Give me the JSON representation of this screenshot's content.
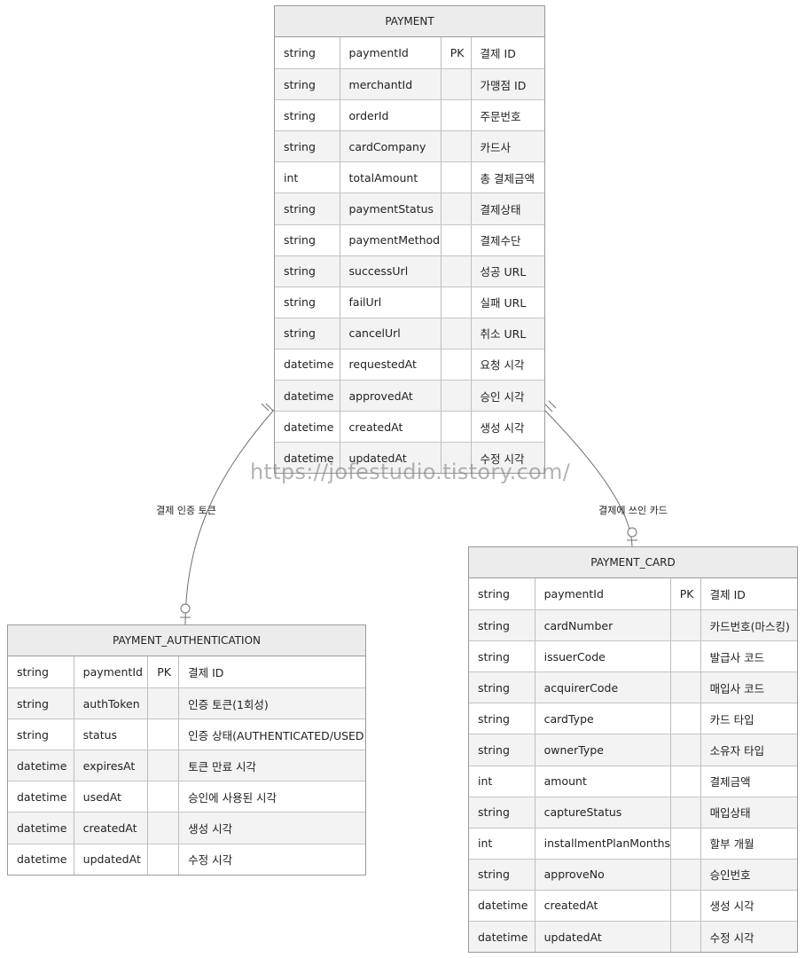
{
  "diagram": {
    "type": "er-diagram",
    "watermark": "https://jofestudio.tistory.com/",
    "colors": {
      "header_bg": "#ececec",
      "alt_row_bg": "#f3f3f3",
      "border": "#9a9a9a",
      "line": "#707070"
    },
    "entities": [
      {
        "id": "payment",
        "name": "PAYMENT",
        "attributes": [
          {
            "type": "string",
            "name": "paymentId",
            "key": "PK",
            "comment": "결제 ID"
          },
          {
            "type": "string",
            "name": "merchantId",
            "key": "",
            "comment": "가맹점 ID"
          },
          {
            "type": "string",
            "name": "orderId",
            "key": "",
            "comment": "주문번호"
          },
          {
            "type": "string",
            "name": "cardCompany",
            "key": "",
            "comment": "카드사"
          },
          {
            "type": "int",
            "name": "totalAmount",
            "key": "",
            "comment": "총 결제금액"
          },
          {
            "type": "string",
            "name": "paymentStatus",
            "key": "",
            "comment": "결제상태"
          },
          {
            "type": "string",
            "name": "paymentMethod",
            "key": "",
            "comment": "결제수단"
          },
          {
            "type": "string",
            "name": "successUrl",
            "key": "",
            "comment": "성공 URL"
          },
          {
            "type": "string",
            "name": "failUrl",
            "key": "",
            "comment": "실패 URL"
          },
          {
            "type": "string",
            "name": "cancelUrl",
            "key": "",
            "comment": "취소 URL"
          },
          {
            "type": "datetime",
            "name": "requestedAt",
            "key": "",
            "comment": "요청 시각"
          },
          {
            "type": "datetime",
            "name": "approvedAt",
            "key": "",
            "comment": "승인 시각"
          },
          {
            "type": "datetime",
            "name": "createdAt",
            "key": "",
            "comment": "생성 시각"
          },
          {
            "type": "datetime",
            "name": "updatedAt",
            "key": "",
            "comment": "수정 시각"
          }
        ]
      },
      {
        "id": "payment-authentication",
        "name": "PAYMENT_AUTHENTICATION",
        "attributes": [
          {
            "type": "string",
            "name": "paymentId",
            "key": "PK",
            "comment": "결제 ID"
          },
          {
            "type": "string",
            "name": "authToken",
            "key": "",
            "comment": "인증 토큰(1회성)"
          },
          {
            "type": "string",
            "name": "status",
            "key": "",
            "comment": "인증 상태(AUTHENTICATED/USED)"
          },
          {
            "type": "datetime",
            "name": "expiresAt",
            "key": "",
            "comment": "토큰 만료 시각"
          },
          {
            "type": "datetime",
            "name": "usedAt",
            "key": "",
            "comment": "승인에 사용된 시각"
          },
          {
            "type": "datetime",
            "name": "createdAt",
            "key": "",
            "comment": "생성 시각"
          },
          {
            "type": "datetime",
            "name": "updatedAt",
            "key": "",
            "comment": "수정 시각"
          }
        ]
      },
      {
        "id": "payment-card",
        "name": "PAYMENT_CARD",
        "attributes": [
          {
            "type": "string",
            "name": "paymentId",
            "key": "PK",
            "comment": "결제 ID"
          },
          {
            "type": "string",
            "name": "cardNumber",
            "key": "",
            "comment": "카드번호(마스킹)"
          },
          {
            "type": "string",
            "name": "issuerCode",
            "key": "",
            "comment": "발급사 코드"
          },
          {
            "type": "string",
            "name": "acquirerCode",
            "key": "",
            "comment": "매입사 코드"
          },
          {
            "type": "string",
            "name": "cardType",
            "key": "",
            "comment": "카드 타입"
          },
          {
            "type": "string",
            "name": "ownerType",
            "key": "",
            "comment": "소유자 타입"
          },
          {
            "type": "int",
            "name": "amount",
            "key": "",
            "comment": "결제금액"
          },
          {
            "type": "string",
            "name": "captureStatus",
            "key": "",
            "comment": "매입상태"
          },
          {
            "type": "int",
            "name": "installmentPlanMonths",
            "key": "",
            "comment": "할부 개월"
          },
          {
            "type": "string",
            "name": "approveNo",
            "key": "",
            "comment": "승인번호"
          },
          {
            "type": "datetime",
            "name": "createdAt",
            "key": "",
            "comment": "생성 시각"
          },
          {
            "type": "datetime",
            "name": "updatedAt",
            "key": "",
            "comment": "수정 시각"
          }
        ]
      }
    ],
    "relationships": [
      {
        "id": "auth-rel",
        "from": "payment",
        "to": "payment-authentication",
        "from_cardinality": "exactly-one",
        "to_cardinality": "zero-or-one",
        "label": "결제 인증 토큰"
      },
      {
        "id": "card-rel",
        "from": "payment",
        "to": "payment-card",
        "from_cardinality": "exactly-one",
        "to_cardinality": "zero-or-one",
        "label": "결제에 쓰인 카드"
      }
    ]
  }
}
